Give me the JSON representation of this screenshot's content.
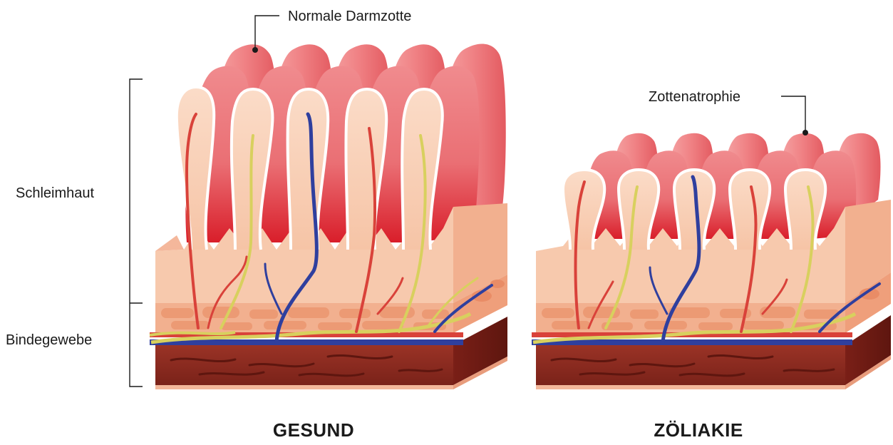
{
  "labels": {
    "normal_villus": "Normale Darmzotte",
    "villous_atrophy": "Zottenatrophie",
    "mucosa": "Schleimhaut",
    "connective_tissue": "Bindegewebe"
  },
  "titles": {
    "healthy": "GESUND",
    "celiac": "ZÖLIAKIE"
  },
  "colors": {
    "villus_red": "#e8676d",
    "villus_pink": "#f29a9a",
    "villus_light": "#f8cfb6",
    "tissue_peach": "#f5c3a6",
    "tissue_orange": "#ef9f7b",
    "base_dark": "#8c2d22",
    "artery": "#d9423a",
    "vein": "#2f3f9e",
    "nerve": "#d8d05e"
  }
}
